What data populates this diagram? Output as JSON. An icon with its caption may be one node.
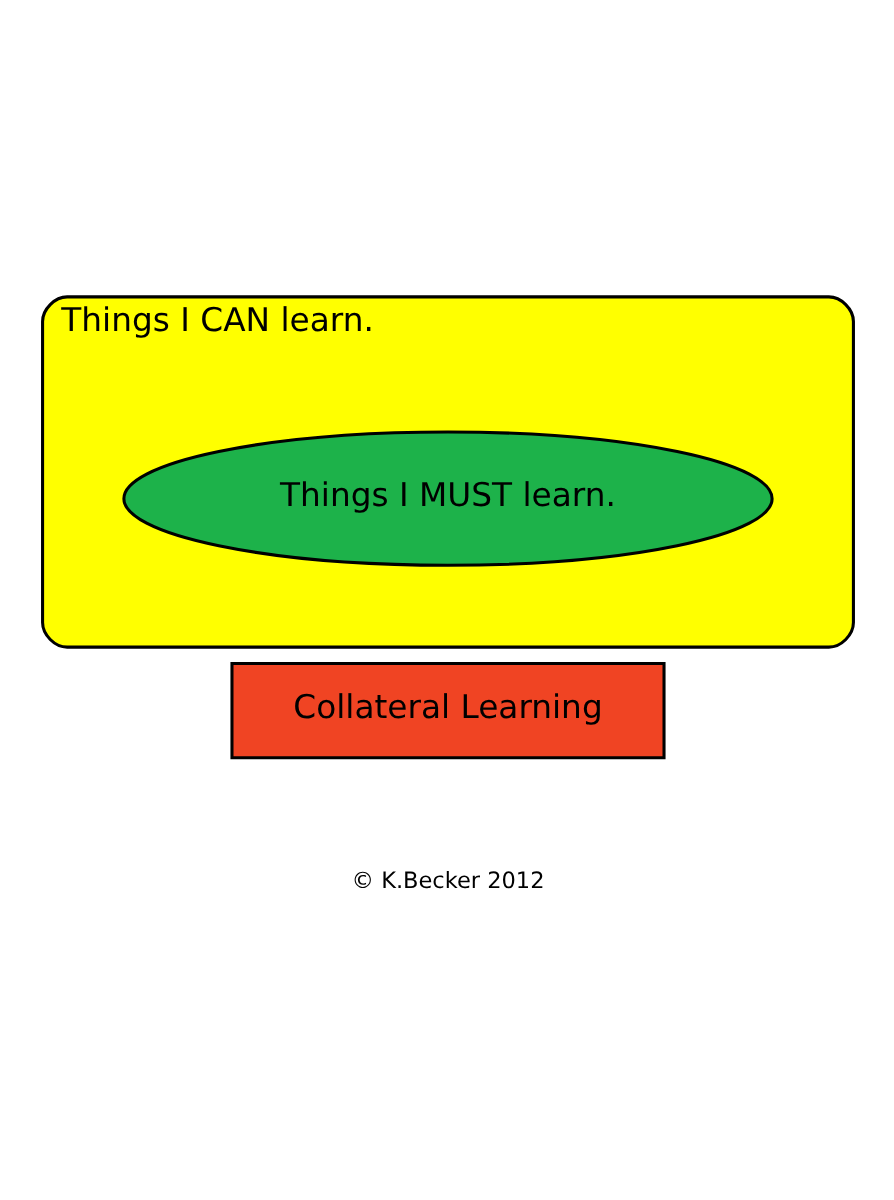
{
  "diagram": {
    "nodes": [
      {
        "text": [
          "Things I CAN learn."
        ]
      },
      {
        "text": [
          "Things I MUST learn."
        ],
        "in": 0
      },
      {
        "text": [
          "Collateral Learning"
        ]
      }
    ],
    "labels": [
      "© K.Becker 2012"
    ]
  }
}
